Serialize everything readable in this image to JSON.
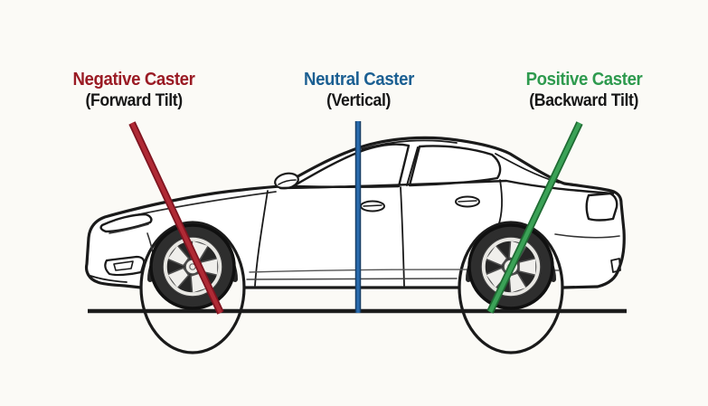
{
  "labels": {
    "negative": {
      "title": "Negative Caster",
      "subtitle": "(Forward Tilt)"
    },
    "neutral": {
      "title": "Neutral Caster",
      "subtitle": "(Vertical)"
    },
    "positive": {
      "title": "Positive Caster",
      "subtitle": "(Backward Tilt)"
    }
  },
  "scene": {
    "vehicle": "sedan-side-view-line-drawing",
    "facing": "left",
    "negative-caster-line-tilt": "top-toward-front",
    "neutral-caster-line-tilt": "vertical",
    "positive-caster-line-tilt": "top-toward-rear"
  },
  "colors": {
    "background": "#fbfaf6",
    "ink": "#1a1a1a",
    "ground": "#1c1c1c",
    "car-fill": "#ffffff",
    "subtitle-text": "#161616",
    "negative-text": "#9a1b24",
    "neutral-text": "#1b5f92",
    "positive-text": "#2e9a4e",
    "negative-line": "#b02a35",
    "negative-line-dark": "#7e1420",
    "neutral-line": "#2a6bad",
    "neutral-line-dark": "#173e66",
    "positive-line": "#3ba257",
    "positive-line-dark": "#1f6b33"
  }
}
